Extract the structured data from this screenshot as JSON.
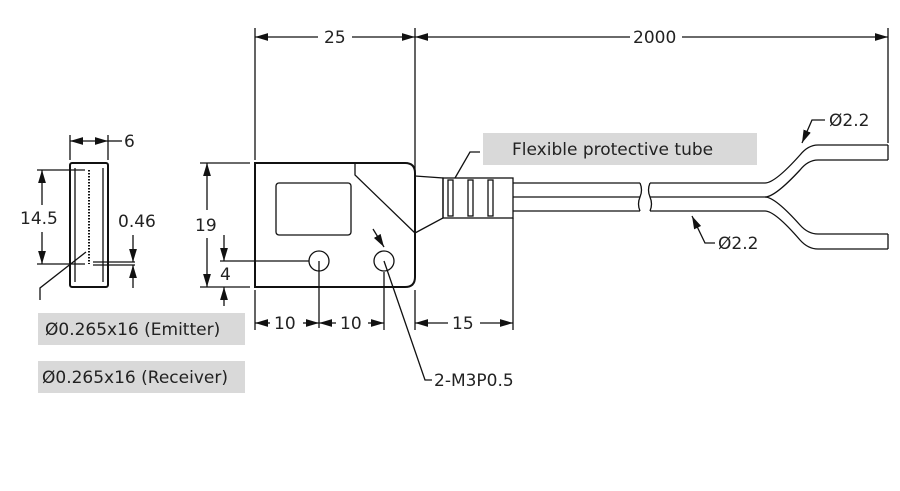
{
  "dimensions": {
    "body_length": "25",
    "cable_length": "2000",
    "width": "6",
    "fiber_span": "14.5",
    "fiber_gap": "0.46",
    "height": "19",
    "hole_offset": "4",
    "hole_pitch_1": "10",
    "hole_pitch_2": "10",
    "tube_length": "15",
    "cable_dia_top": "Ø2.2",
    "cable_dia_bottom": "Ø2.2"
  },
  "labels": {
    "tube": "Flexible protective tube",
    "emitter": "Ø0.265x16 (Emitter)",
    "receiver": "Ø0.265x16 (Receiver)",
    "screw": "2-M3P0.5"
  },
  "colors": {
    "label_bg": "#d9d9d9",
    "line": "#111111"
  }
}
